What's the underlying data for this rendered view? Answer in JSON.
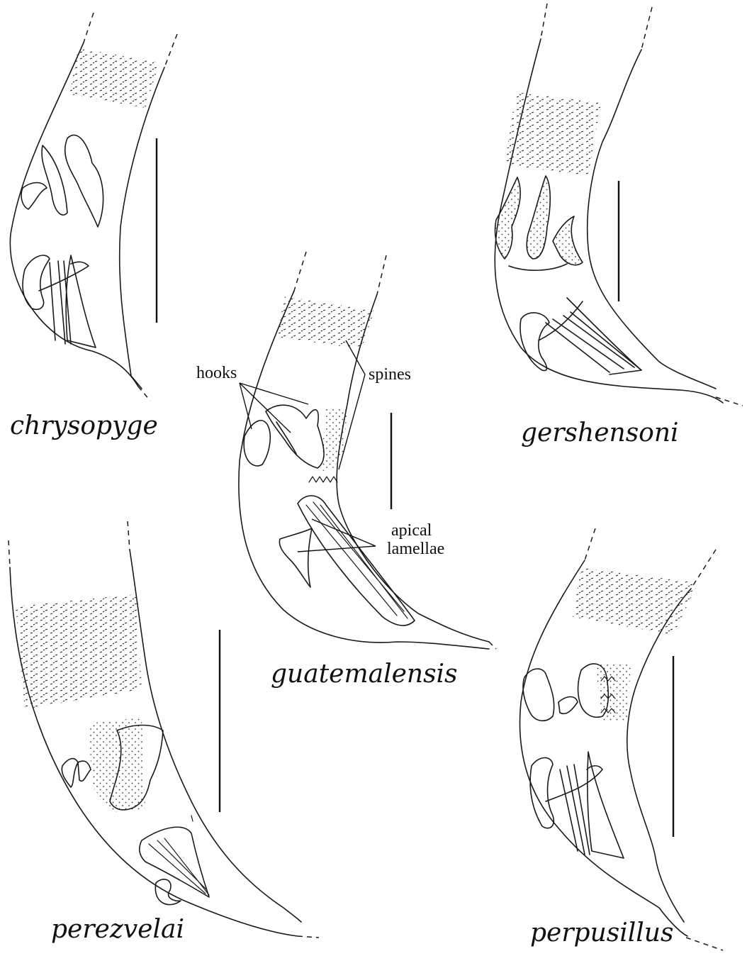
{
  "figure": {
    "panels": [
      {
        "id": "chrysopyge",
        "name": "chrysopyge"
      },
      {
        "id": "gershensoni",
        "name": "gershensoni"
      },
      {
        "id": "guatemalensis",
        "name": "guatemalensis"
      },
      {
        "id": "perezvelai",
        "name": "perezvelai"
      },
      {
        "id": "perpusillus",
        "name": "perpusillus"
      }
    ],
    "annotations": {
      "hooks": "hooks",
      "spines": "spines",
      "apical_line1": "apical",
      "apical_line2": "lamellae"
    }
  }
}
